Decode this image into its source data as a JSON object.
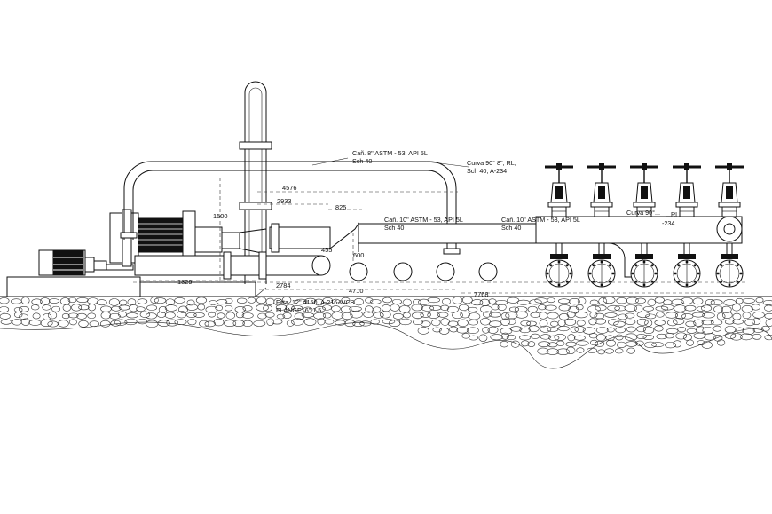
{
  "callouts": {
    "upper_pipe": [
      "Cañ. 8\" ASTM - 53, API 5L",
      "Sch 40"
    ],
    "curve": [
      "Curva 90° 8\", RL,",
      "Sch 40, A-234"
    ],
    "mid_pipe": [
      "Cañ. 10\" ASTM - 53, API 5L",
      "Sch 40"
    ],
    "right_pipe": [
      "Cañ. 10\" ASTM - 53, API 5L",
      "Sch 40"
    ],
    "header_fitting": [
      "Curva 90°...",
      "...RL,",
      "...-234"
    ],
    "bottom_flange": [
      "Fitta. 12\" #150, A-216-WCB",
      "FLANGE: 6\" 1.5"
    ]
  },
  "dimensions": {
    "d1500": "1500",
    "d4576": "4576",
    "d2933": "2933",
    "d825": "825",
    "d600": "600",
    "d455": "455",
    "d1329": "1329",
    "d2784": "2784",
    "d4710": "4710",
    "d7768": "7768"
  },
  "icons": {
    "motor": "electric-motor-icon",
    "pump": "centrifugal-pump-icon",
    "valve": "gate-valve-icon",
    "ground": "gravel-ground-hatch"
  }
}
